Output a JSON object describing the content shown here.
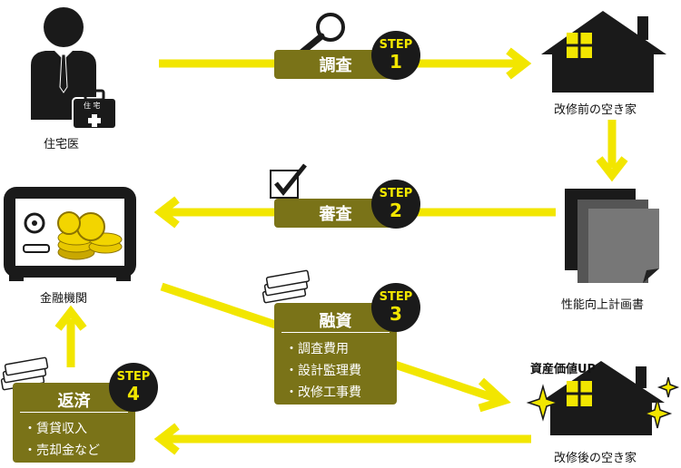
{
  "nodes": {
    "doctor": "住宅医",
    "house_before": "改修前の空き家",
    "plan": "性能向上計画書",
    "bank": "金融機関",
    "house_after": "改修後の空き家",
    "value_up": "資産価値UP",
    "bag_text": "住 宅"
  },
  "steps": {
    "word": "STEP",
    "s1": {
      "num": "1",
      "label": "調査"
    },
    "s2": {
      "num": "2",
      "label": "審査"
    },
    "s3": {
      "num": "3",
      "label": "融資",
      "items": [
        "調査費用",
        "設計監理費",
        "改修工事費"
      ]
    },
    "s4": {
      "num": "4",
      "label": "返済",
      "items": [
        "賃貸収入",
        "売却金など"
      ]
    }
  },
  "colors": {
    "arrow": "#f2e600",
    "pill": "#7a7318",
    "dark": "#1a1a1a"
  }
}
